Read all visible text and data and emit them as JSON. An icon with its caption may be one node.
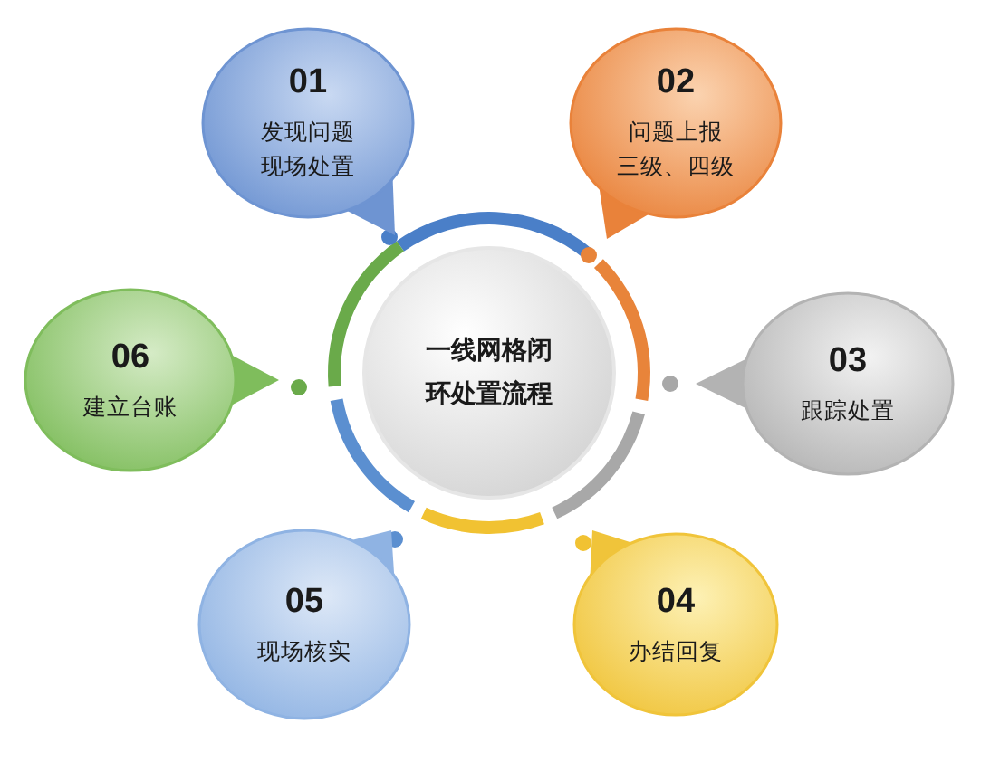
{
  "diagram": {
    "nodes": [
      {
        "text": [
          "一线网格闭环处置流程"
        ]
      },
      {
        "text": [
          "01",
          "发现问题",
          "现场处置"
        ]
      },
      {
        "text": [
          "02",
          "问题上报",
          "三级、四级"
        ]
      },
      {
        "text": [
          "03",
          "跟踪处置"
        ]
      },
      {
        "text": [
          "04",
          "办结回复"
        ]
      },
      {
        "text": [
          "05",
          "现场核实"
        ]
      },
      {
        "text": [
          "06",
          "建立台账"
        ]
      }
    ]
  }
}
